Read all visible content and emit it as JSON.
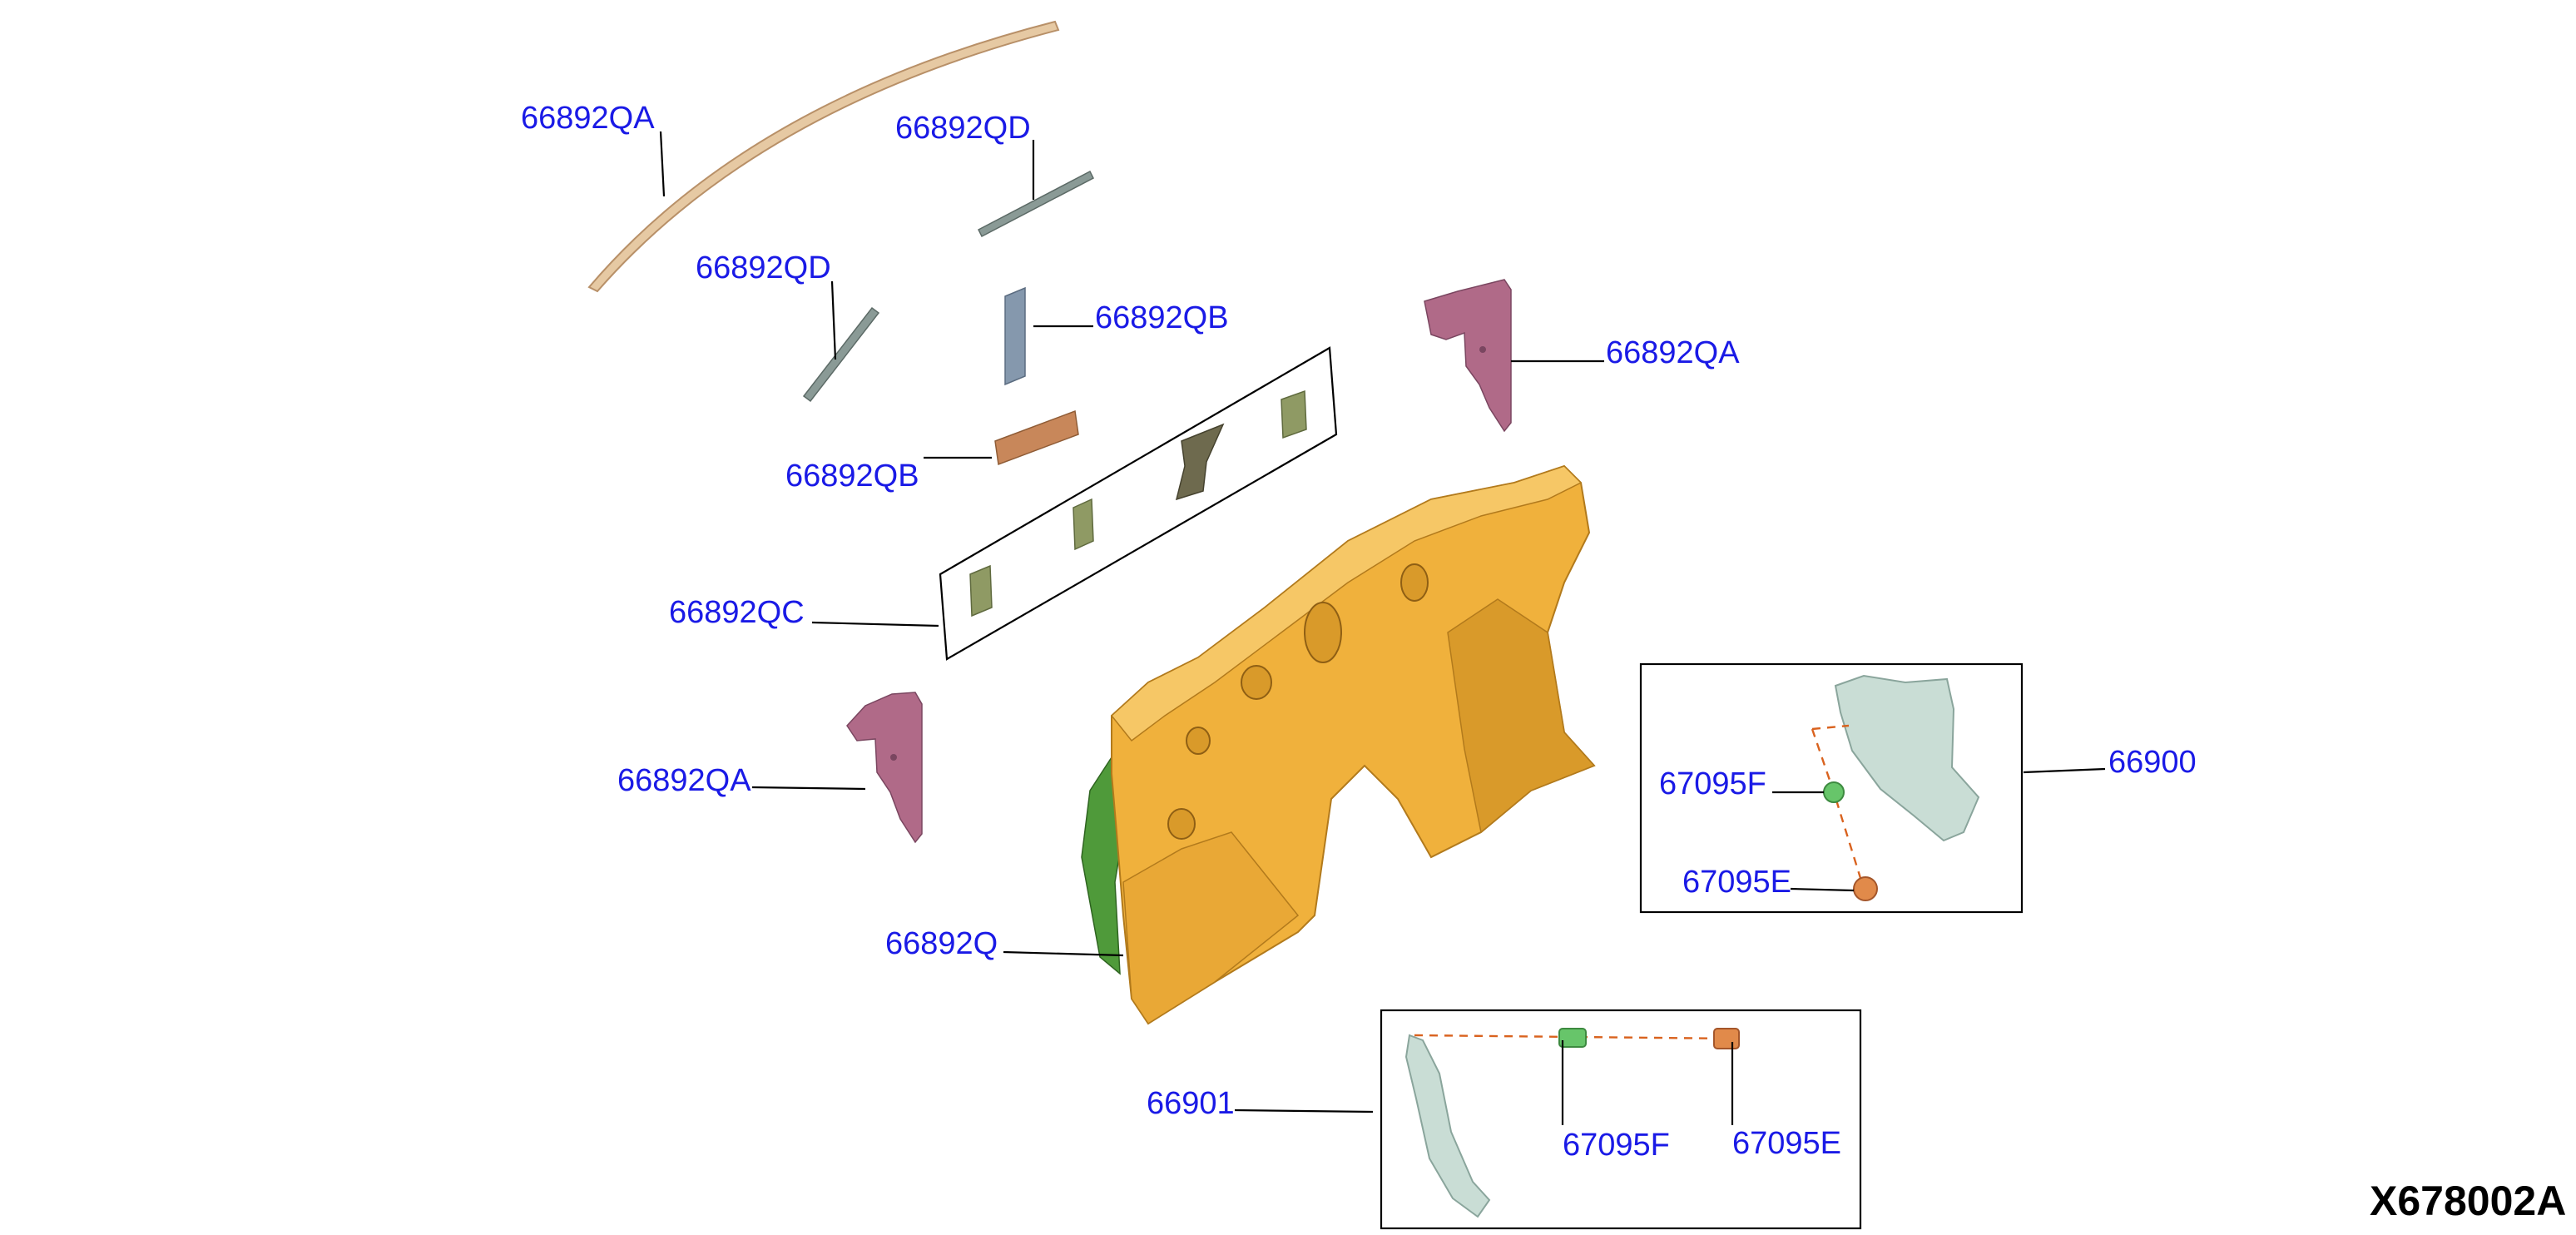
{
  "diagram": {
    "id": "X678002A",
    "colors": {
      "label": "#1a1ae6",
      "insulator": "#f0b13c",
      "insulator_shade": "#d99a2a",
      "green_backing": "#4f9a3a",
      "pink_pad": "#b06a88",
      "pad_olive": "#8f9a64",
      "pad_tan": "#c8875a",
      "trim": "#c9ddd5",
      "clip_green": "#67c56a",
      "clip_orange": "#e18a4a",
      "dashed_line": "#d9621e"
    },
    "callouts": [
      "66892QA",
      "66892QD",
      "66892QD",
      "66892QB",
      "66892QA",
      "66892QB",
      "66892QC",
      "66892QA",
      "66892Q",
      "66900",
      "67095F",
      "67095E",
      "66901",
      "67095F",
      "67095E"
    ]
  }
}
